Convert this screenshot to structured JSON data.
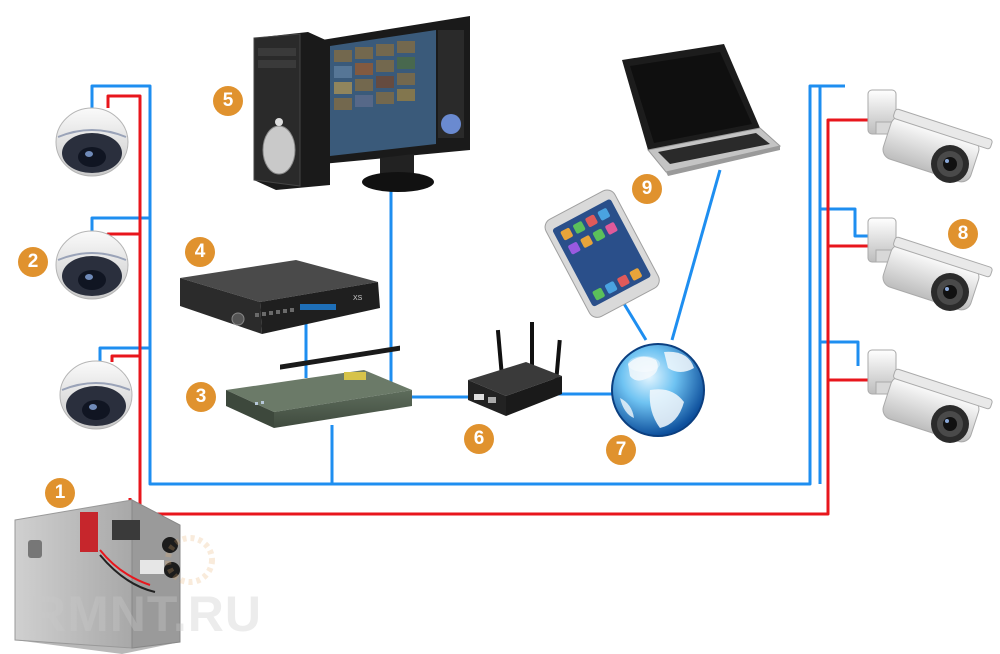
{
  "badges": {
    "power_supply": "1",
    "dome_cameras": "2",
    "switch": "3",
    "recorder": "4",
    "computer": "5",
    "router": "6",
    "internet": "7",
    "bullet_cameras": "8",
    "mobile_devices": "9"
  },
  "watermark": "RMNT.RU",
  "colors": {
    "network_cable": "#1e8ef0",
    "power_cable": "#e8161c",
    "badge": "#e0922e"
  },
  "icons": [
    "dome-camera-icon",
    "bullet-camera-icon",
    "power-supply-icon",
    "switch-icon",
    "nvr-icon",
    "pc-tower-icon",
    "monitor-icon",
    "router-icon",
    "globe-icon",
    "smartphone-icon",
    "laptop-icon"
  ]
}
